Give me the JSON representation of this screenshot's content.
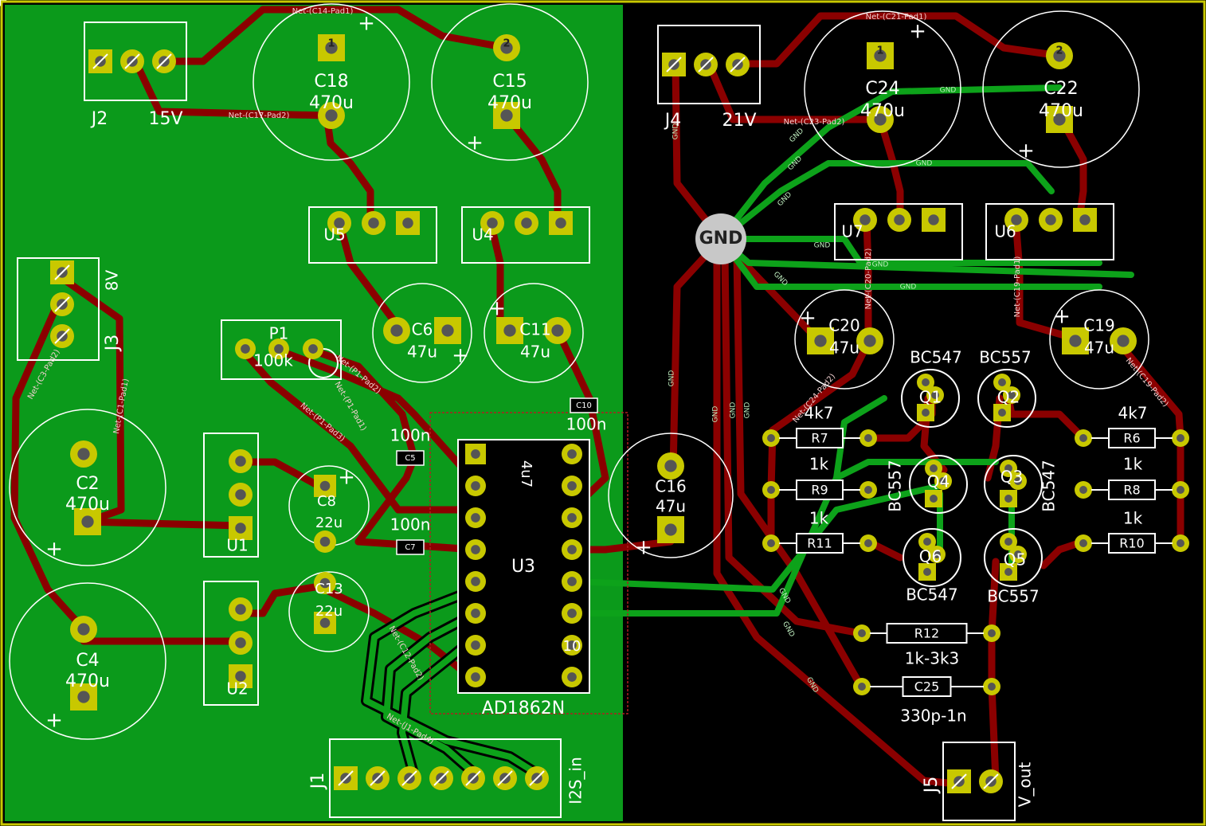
{
  "colors": {
    "board_green": "#0b9a1b",
    "trace_red": "#8b0000",
    "trace_green": "#0da21a",
    "pad_yellow": "#c8c800",
    "silk_white": "#ffffff",
    "outline_yellow": "#c8c800",
    "background": "#000000",
    "gnd_badge": "#c8c8c8"
  },
  "components": [
    {
      "ref": "J2",
      "value": "15V"
    },
    {
      "ref": "C18",
      "value": "470u"
    },
    {
      "ref": "C15",
      "value": "470u"
    },
    {
      "ref": "U5",
      "value": ""
    },
    {
      "ref": "U4",
      "value": ""
    },
    {
      "ref": "J3",
      "value": "8V"
    },
    {
      "ref": "P1",
      "value": "100k"
    },
    {
      "ref": "C6",
      "value": "47u"
    },
    {
      "ref": "C11",
      "value": "47u"
    },
    {
      "ref": "C2",
      "value": "470u"
    },
    {
      "ref": "U1",
      "value": ""
    },
    {
      "ref": "C8",
      "value": "22u"
    },
    {
      "ref": "C5",
      "value": "100n"
    },
    {
      "ref": "C7",
      "value": "100n"
    },
    {
      "ref": "C10",
      "value": "100n"
    },
    {
      "ref": "C4",
      "value": "470u"
    },
    {
      "ref": "U2",
      "value": ""
    },
    {
      "ref": "C13",
      "value": "22u"
    },
    {
      "ref": "U3",
      "value": "AD1862N"
    },
    {
      "ref": "J1",
      "value": "I2S_in"
    },
    {
      "ref": "J4",
      "value": "21V"
    },
    {
      "ref": "C24",
      "value": "470u"
    },
    {
      "ref": "C22",
      "value": "470u"
    },
    {
      "ref": "U7",
      "value": ""
    },
    {
      "ref": "U6",
      "value": ""
    },
    {
      "ref": "C20",
      "value": "47u"
    },
    {
      "ref": "C19",
      "value": "47u"
    },
    {
      "ref": "C16",
      "value": "47u"
    },
    {
      "ref": "Q1",
      "value": "BC547"
    },
    {
      "ref": "Q2",
      "value": "BC557"
    },
    {
      "ref": "Q3",
      "value": "BC547"
    },
    {
      "ref": "Q4",
      "value": "BC557"
    },
    {
      "ref": "Q5",
      "value": "BC557"
    },
    {
      "ref": "Q6",
      "value": "BC547"
    },
    {
      "ref": "R7",
      "value": "4k7"
    },
    {
      "ref": "R6",
      "value": "4k7"
    },
    {
      "ref": "R9",
      "value": "1k"
    },
    {
      "ref": "R8",
      "value": "1k"
    },
    {
      "ref": "R11",
      "value": "1k"
    },
    {
      "ref": "R10",
      "value": "1k"
    },
    {
      "ref": "R12",
      "value": "1k-3k3"
    },
    {
      "ref": "C25",
      "value": "330p-1n"
    },
    {
      "ref": "J5",
      "value": "V_out"
    }
  ],
  "extra_labels": {
    "u3_cap": "4u7",
    "gnd_hub": "GND",
    "pad_gnd": "GND",
    "pin_10": "10",
    "c24_pin": "1",
    "c22_pin": "2",
    "c18_pin": "1",
    "c15_pin": "2"
  },
  "nets": [
    "Net-(C14-Pad1)",
    "Net-(C17-Pad2)",
    "Net-(C21-Pad1)",
    "Net-(C23-Pad2)",
    "Net-(C3-Pad2)",
    "Net-(C1-Pad1)",
    "Net-(P1-Pad1)",
    "Net-(P1-Pad2)",
    "Net-(P1-Pad3)",
    "Net-(C12-Pad2)",
    "Net-(J1-Pad4)",
    "Net-(C20-Pad2)",
    "Net-(C19-Pad1)",
    "Net-(C24-Pad2)",
    "Net-(C19-Pad2)",
    "GND"
  ]
}
